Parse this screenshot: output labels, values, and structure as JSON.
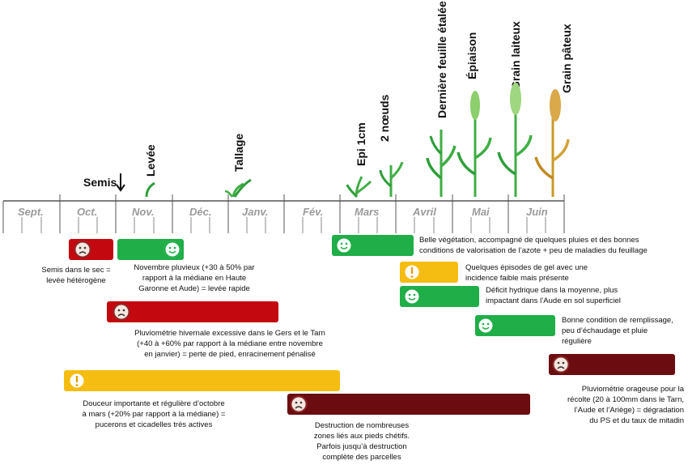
{
  "stages": {
    "semis": "Semis",
    "levee": "Levée",
    "tallage": "Tallage",
    "epi": "Epi 1cm",
    "noeuds": "2 nœuds",
    "derniere": "Dernière feuille étalée",
    "epiaison": "Épiaison",
    "laiteux": "Grain laiteux",
    "pateux": "Grain pâteux"
  },
  "months": [
    "Sept.",
    "Oct.",
    "Nov.",
    "Déc.",
    "Janv.",
    "Fév.",
    "Mars",
    "Avril",
    "Mai",
    "Juin"
  ],
  "events": [
    {
      "id": "semis-sec",
      "status": "bad",
      "color": "#c4080f",
      "text": "Semis dans le sec =\nlevée hétérogène"
    },
    {
      "id": "novembre",
      "status": "good",
      "color": "#1fae48",
      "text": "Novembre pluvieux (+30 à 50% par\nrapport à la médiane en Haute\nGaronne et Aude) = levée rapide"
    },
    {
      "id": "pluvio-hiver",
      "status": "bad",
      "color": "#c4080f",
      "text": "Pluviométrie hivernale excessive dans le Gers et le Tarn\n(+40 à +60% par rapport à la médiane entre novembre\nen janvier) = perte de pied, enracinement pénalisé"
    },
    {
      "id": "douceur",
      "status": "warning",
      "color": "#f5bd12",
      "text": "Douceur importante et régulière d’octobre\nà mars (+20% par rapport à la médiane) =\npucerons et cicadelles très actives"
    },
    {
      "id": "destruction",
      "status": "bad",
      "color": "#6b0c10",
      "text": "Destruction de nombreuses\nzones liés aux pieds chétifs.\nParfois jusqu’à destruction\ncomplète des parcelles"
    },
    {
      "id": "belle-vegetation",
      "status": "good",
      "color": "#1fae48",
      "text": "Belle végétation, accompagné de quelques pluies et des bonnes\nconditions de valorisation de l’azote + peu de maladies du feuillage"
    },
    {
      "id": "gel",
      "status": "warning",
      "color": "#f5bd12",
      "text": "Quelques épisodes de gel avec une\nincidence faible mais présente"
    },
    {
      "id": "deficit",
      "status": "good",
      "color": "#1fae48",
      "text": "Déficit hydrique dans la moyenne, plus\nimpactant dans l’Aude en sol superficiel"
    },
    {
      "id": "remplissage",
      "status": "good",
      "color": "#1fae48",
      "text": "Bonne condition de remplissage,\npeu d’échaudage et pluie\nrégulière"
    },
    {
      "id": "orageuse",
      "status": "bad",
      "color": "#6b0c10",
      "text": "Pluviométrie orageuse pour la\nrécolte (20 à 100mm dans le Tarn,\nl’Aude et l’Ariège) = dégradation\ndu PS et du taux de mitadin"
    }
  ]
}
